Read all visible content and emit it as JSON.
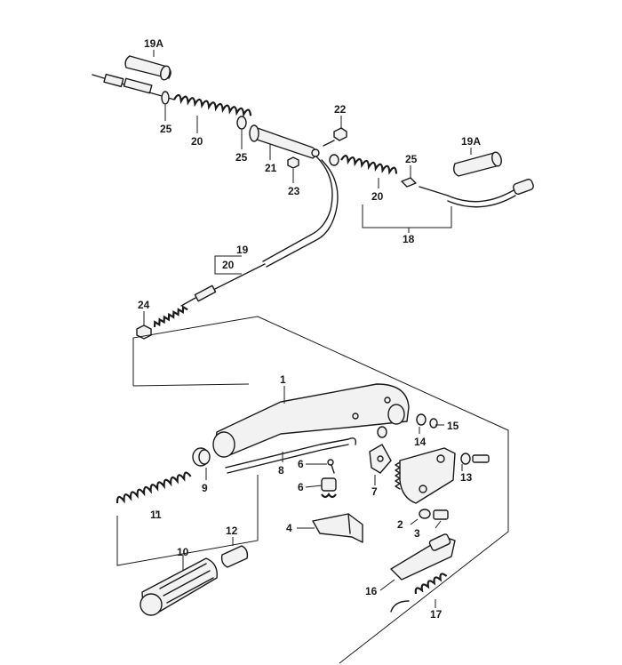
{
  "callouts": {
    "c19a_left": "19A",
    "c25_a": "25",
    "c20_a": "20",
    "c25_b": "25",
    "c21": "21",
    "c22": "22",
    "c23": "23",
    "c19a_right": "19A",
    "c25_c": "25",
    "c20_b": "20",
    "c18": "18",
    "c19": "19",
    "c20_c": "20",
    "c24": "24",
    "c1": "1",
    "c15": "15",
    "c14": "14",
    "c8": "8",
    "c6_a": "6",
    "c6_b": "6",
    "c9": "9",
    "c7": "7",
    "c13": "13",
    "c11": "11",
    "c2": "2",
    "c3": "3",
    "c4": "4",
    "c12": "12",
    "c10": "10",
    "c16": "16",
    "c17": "17"
  }
}
